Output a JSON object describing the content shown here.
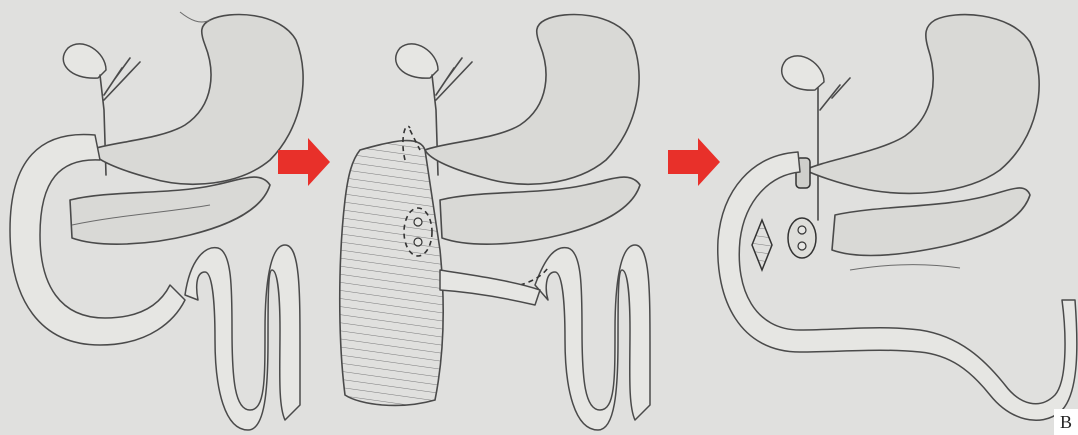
{
  "figure": {
    "panel_label": "B",
    "colors": {
      "background": "#e0e0de",
      "arrow": "#e8302a",
      "line": "#4a4a4a"
    },
    "stages": [
      {
        "id": "before",
        "description_icon": "stomach-pancreas-duodenum-icon"
      },
      {
        "id": "resection",
        "description_icon": "resection-area-icon"
      },
      {
        "id": "reconstruction",
        "description_icon": "anastomosis-icon"
      }
    ]
  }
}
